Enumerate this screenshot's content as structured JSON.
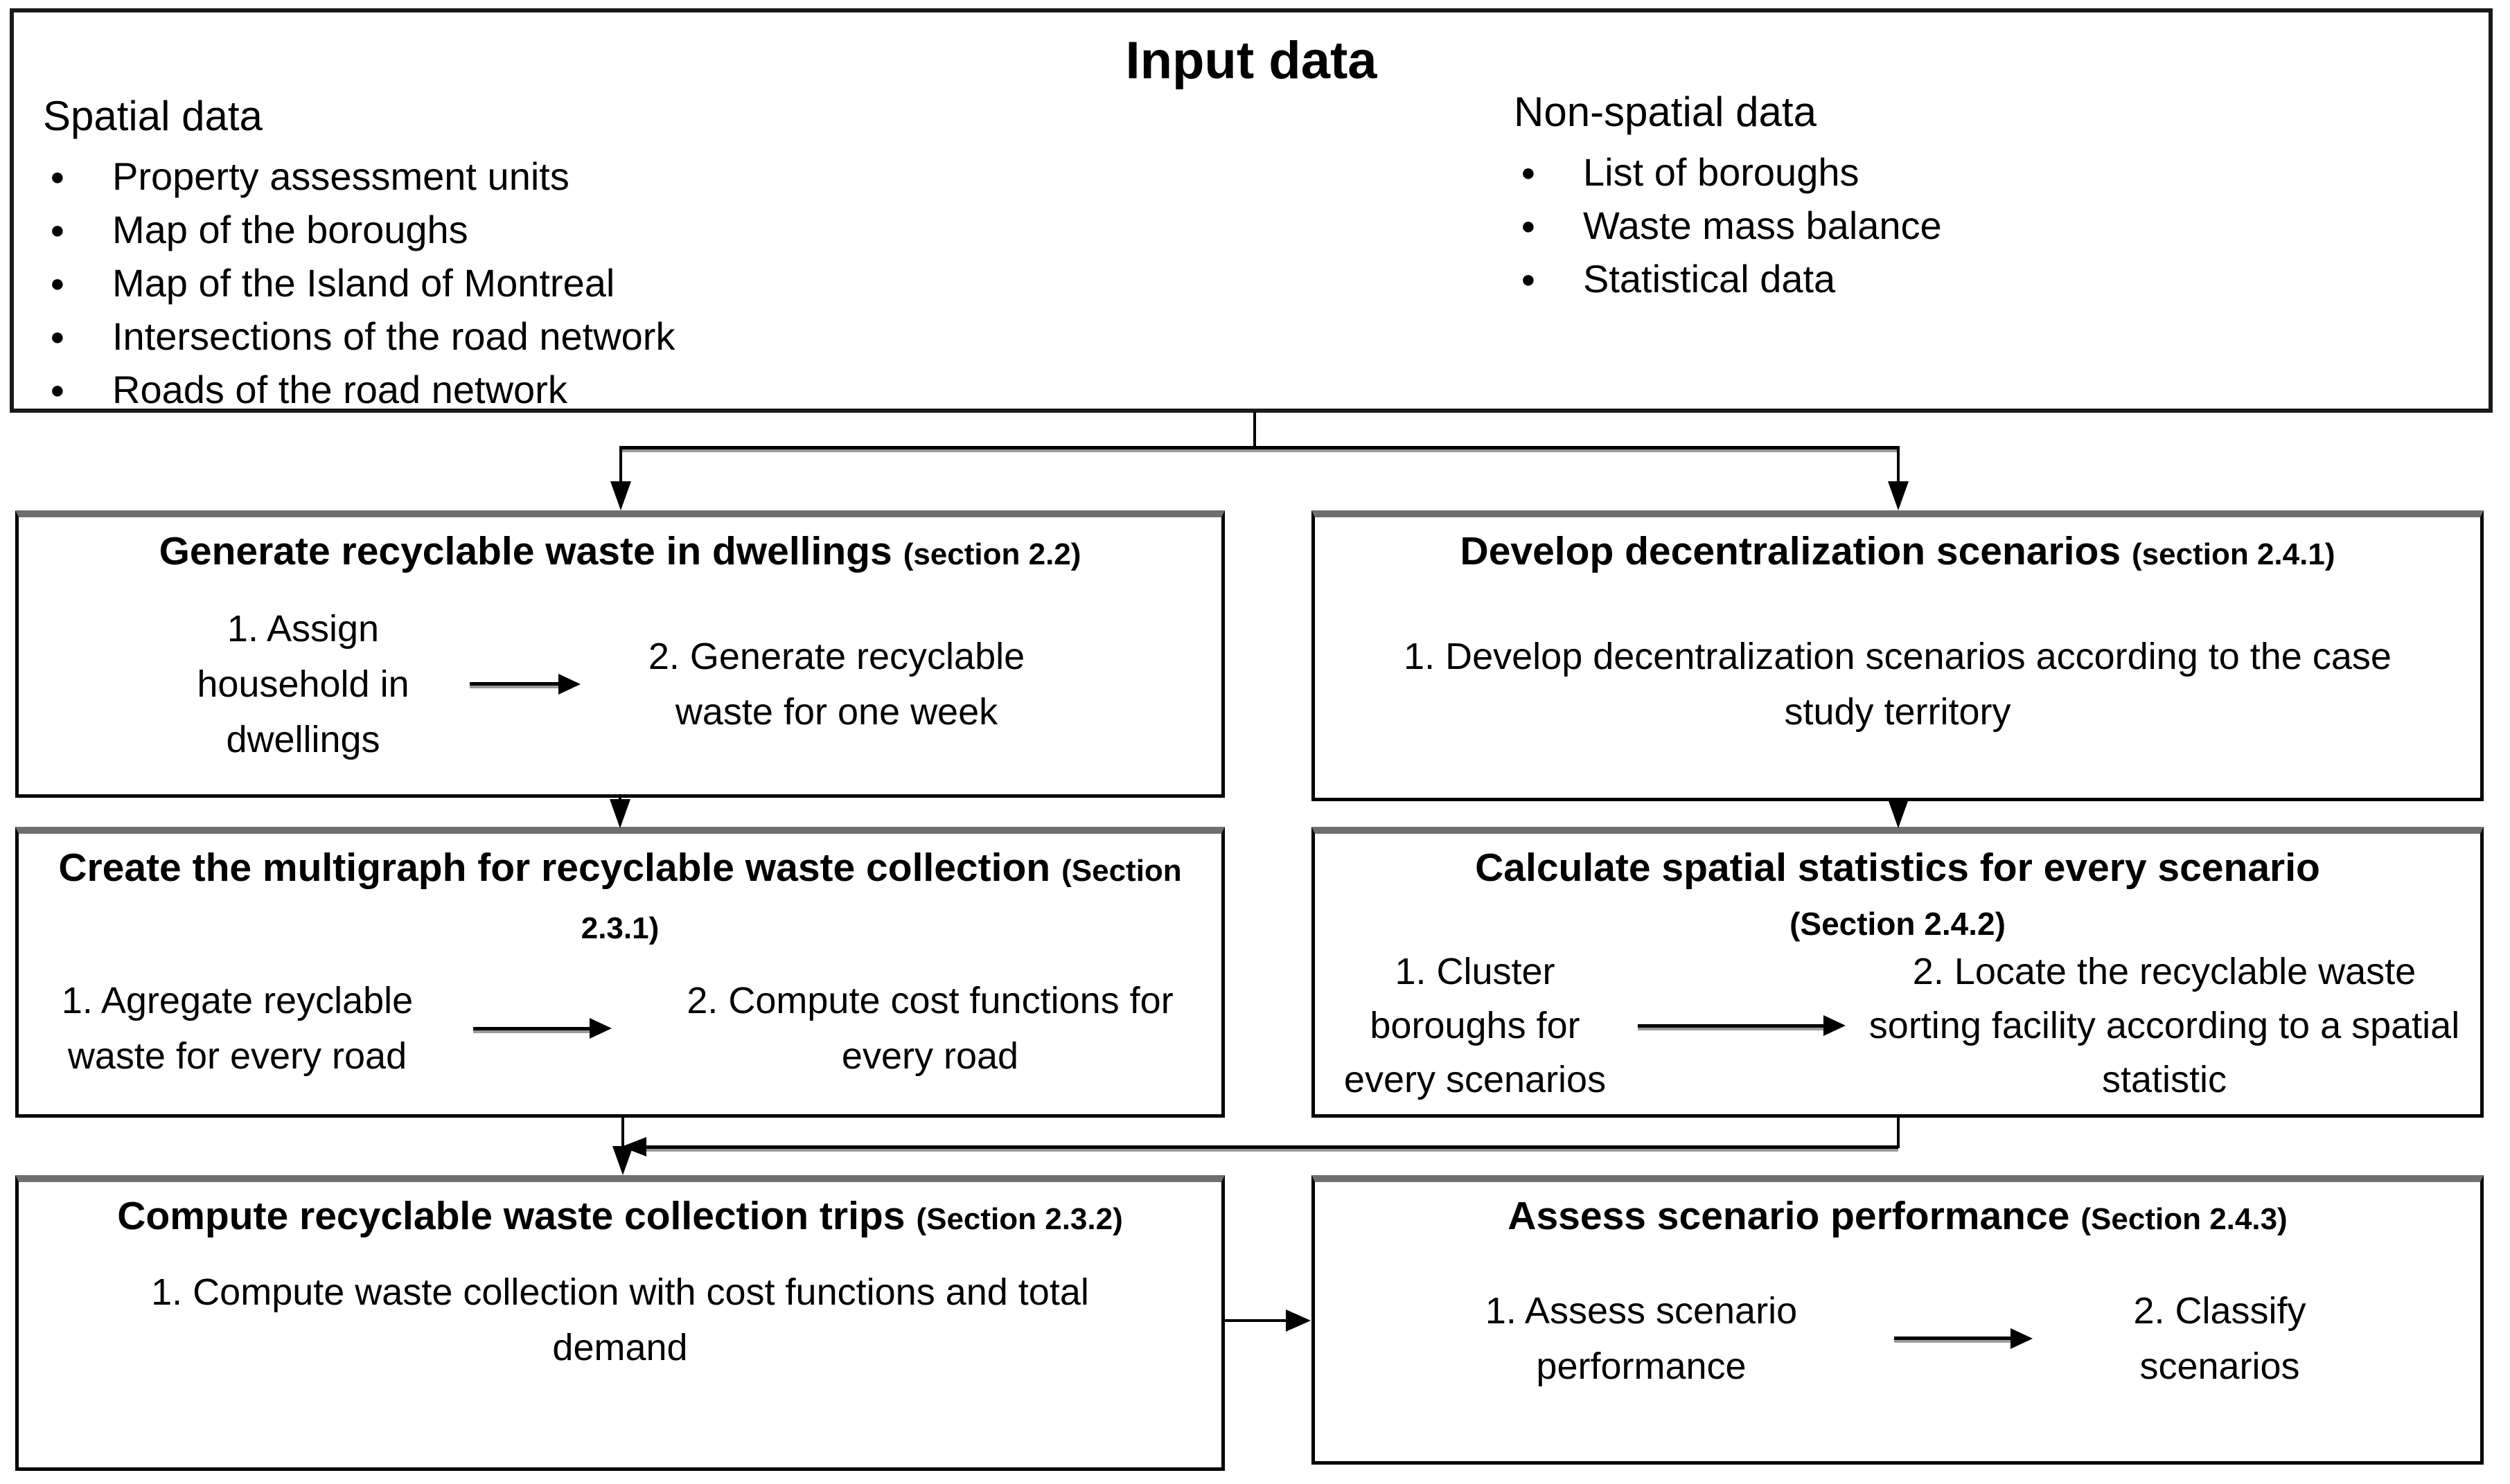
{
  "figure": {
    "colors": {
      "background": "#ffffff",
      "line": "#000000",
      "box_top_edge_gray": "#6f6f6f"
    },
    "input_box": {
      "title": "Input data",
      "spatial": {
        "heading": "Spatial data",
        "items": [
          "Property assessment units",
          "Map of the boroughs",
          "Map of the Island of Montreal",
          "Intersections of the road network",
          "Roads of the road network"
        ]
      },
      "non_spatial": {
        "heading": "Non-spatial data",
        "items": [
          "List of boroughs",
          "Waste mass balance",
          "Statistical data"
        ]
      }
    },
    "process_boxes": {
      "generate": {
        "title": "Generate recyclable waste in dwellings",
        "section": "(section 2.2)",
        "step1": "1. Assign household in dwellings",
        "step2": "2. Generate recyclable waste for one week"
      },
      "develop": {
        "title": "Develop decentralization scenarios",
        "section": "(section 2.4.1)",
        "step1": "1. Develop decentralization scenarios according to the case study territory"
      },
      "multigraph": {
        "title": "Create the multigraph for recyclable waste collection",
        "section": "(Section 2.3.1)",
        "step1": "1. Agregate reyclable waste for every road",
        "step2": "2. Compute cost functions for every road"
      },
      "spatial_stats": {
        "title": "Calculate spatial statistics for every scenario",
        "section": "(Section 2.4.2)",
        "step1": "1. Cluster boroughs for every scenarios",
        "step2": "2. Locate the recyclable waste sorting facility according to a spatial statistic"
      },
      "trips": {
        "title": "Compute recyclable waste collection trips",
        "section": "(Section 2.3.2)",
        "step1": "1. Compute waste collection with cost functions and total demand"
      },
      "assess": {
        "title": "Assess scenario performance",
        "section": "(Section 2.4.3)",
        "step1": "1. Assess scenario performance",
        "step2": "2. Classify scenarios"
      }
    }
  }
}
